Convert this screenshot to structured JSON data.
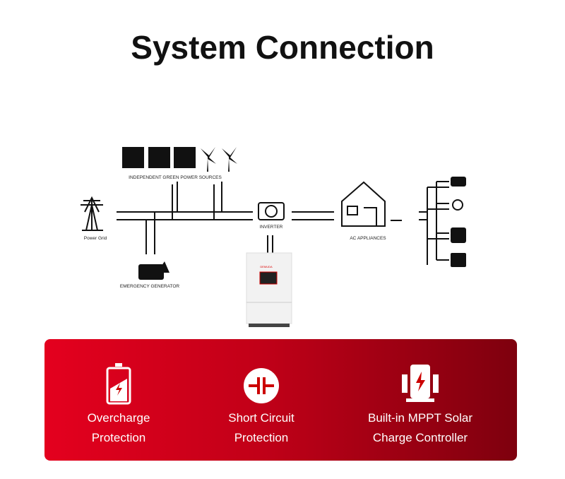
{
  "title": "System Connection",
  "diagram": {
    "labels": {
      "green_sources": "INDEPENDENT GREEN POWER SOURCES",
      "power_grid": "Power Grid",
      "inverter": "INVERTER",
      "generator": "EMERGENCY GENERATOR",
      "ac_appliances": "AC APPLIANCES",
      "brand": "DEMUDA"
    }
  },
  "features": [
    {
      "icon": "battery-charge-icon",
      "line1": "Overcharge",
      "line2": "Protection"
    },
    {
      "icon": "short-circuit-icon",
      "line1": "Short Circuit",
      "line2": "Protection"
    },
    {
      "icon": "mppt-controller-icon",
      "line1": "Built-in MPPT Solar",
      "line2": "Charge Controller"
    }
  ],
  "colors": {
    "accent": "#e4001e",
    "accent_dark": "#7e000e"
  }
}
